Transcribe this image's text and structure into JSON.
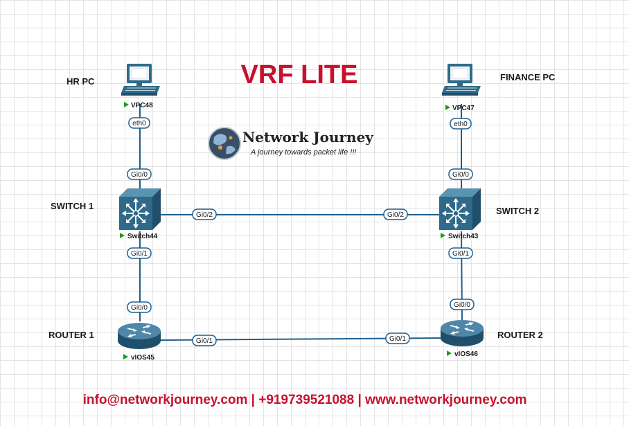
{
  "title": "VRF LITE",
  "logo": {
    "name": "Network Journey",
    "tagline": "A journey towards packet life !!!"
  },
  "labels": {
    "hr_pc": "HR PC",
    "finance_pc": "FINANCE PC",
    "switch1": "SWITCH 1",
    "switch2": "SWITCH 2",
    "router1": "ROUTER 1",
    "router2": "ROUTER 2"
  },
  "nodes": {
    "vpc48": "VPC48",
    "vpc47": "VPC47",
    "switch44": "Switch44",
    "switch43": "Switch43",
    "vios45": "vIOS45",
    "vios46": "vIOS46"
  },
  "ports": {
    "vpc48_eth0": "eth0",
    "sw44_gi00": "Gi0/0",
    "sw44_gi02": "Gi0/2",
    "sw44_gi01": "Gi0/1",
    "r45_gi00": "Gi0/0",
    "r45_gi01": "Gi0/1",
    "vpc47_eth0": "eth0",
    "sw43_gi00": "Gi0/0",
    "sw43_gi02": "Gi0/2",
    "sw43_gi01": "Gi0/1",
    "r46_gi00": "Gi0/0",
    "r46_gi01": "Gi0/1"
  },
  "footer": "info@networkjourney.com | +919739521088 | www.networkjourney.com",
  "colors": {
    "title": "#c8102e",
    "link": "#1f5f8f",
    "device": "#2f6a8a",
    "play": "#1a9c1a"
  },
  "icons": {
    "pc": "pc-icon",
    "switch": "layer3-switch-icon",
    "router": "router-icon"
  }
}
